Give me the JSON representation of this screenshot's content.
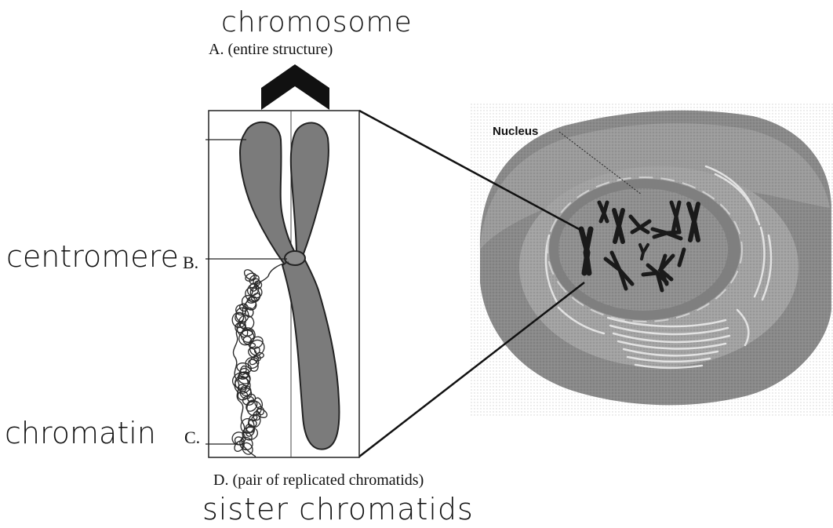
{
  "labels": {
    "a_handwritten": "chromosome",
    "a_printed": "A. (entire structure)",
    "b_handwritten": "centromere",
    "b_printed": "B.",
    "c_handwritten": "chromatin",
    "c_printed": "C.",
    "d_printed": "D. (pair of replicated chromatids)",
    "d_handwritten": "sister chromatids",
    "nucleus": "Nucleus"
  },
  "colors": {
    "chromosome_fill": "#7b7b7b",
    "cell_outer": "#8a8a8a",
    "cell_inner": "#a4a4a4",
    "nucleus_fill": "#8c8c8c",
    "ink": "#111111"
  }
}
